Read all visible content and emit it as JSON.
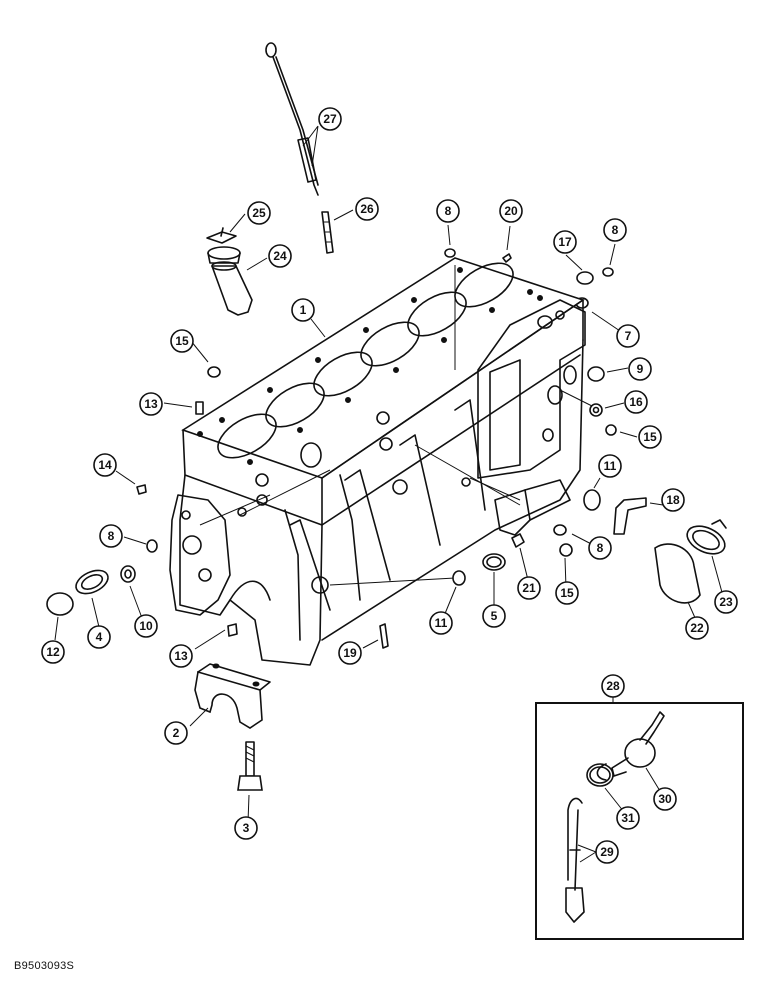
{
  "diagram": {
    "reference_code": "B9503093S",
    "callouts": [
      {
        "id": "c27",
        "label": "27"
      },
      {
        "id": "c26",
        "label": "26"
      },
      {
        "id": "c25",
        "label": "25"
      },
      {
        "id": "c24",
        "label": "24"
      },
      {
        "id": "c8a",
        "label": "8"
      },
      {
        "id": "c20",
        "label": "20"
      },
      {
        "id": "c17",
        "label": "17"
      },
      {
        "id": "c8b",
        "label": "8"
      },
      {
        "id": "c1",
        "label": "1"
      },
      {
        "id": "c7",
        "label": "7"
      },
      {
        "id": "c15a",
        "label": "15"
      },
      {
        "id": "c9",
        "label": "9"
      },
      {
        "id": "c13a",
        "label": "13"
      },
      {
        "id": "c16",
        "label": "16"
      },
      {
        "id": "c15b",
        "label": "15"
      },
      {
        "id": "c14",
        "label": "14"
      },
      {
        "id": "c11a",
        "label": "11"
      },
      {
        "id": "c18",
        "label": "18"
      },
      {
        "id": "c8c",
        "label": "8"
      },
      {
        "id": "c8d",
        "label": "8"
      },
      {
        "id": "c12",
        "label": "12"
      },
      {
        "id": "c4",
        "label": "4"
      },
      {
        "id": "c10",
        "label": "10"
      },
      {
        "id": "c11b",
        "label": "11"
      },
      {
        "id": "c5",
        "label": "5"
      },
      {
        "id": "c21",
        "label": "21"
      },
      {
        "id": "c15c",
        "label": "15"
      },
      {
        "id": "c22",
        "label": "22"
      },
      {
        "id": "c23",
        "label": "23"
      },
      {
        "id": "c13b",
        "label": "13"
      },
      {
        "id": "c19",
        "label": "19"
      },
      {
        "id": "c2",
        "label": "2"
      },
      {
        "id": "c3",
        "label": "3"
      },
      {
        "id": "c28",
        "label": "28"
      },
      {
        "id": "c30",
        "label": "30"
      },
      {
        "id": "c31",
        "label": "31"
      },
      {
        "id": "c29",
        "label": "29"
      }
    ]
  }
}
